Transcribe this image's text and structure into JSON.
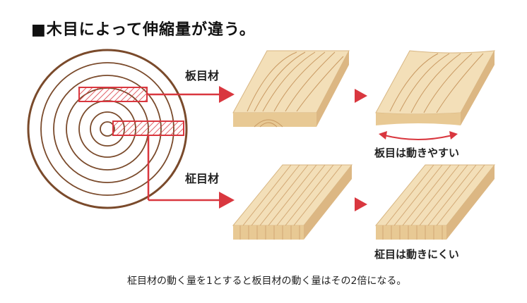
{
  "title": "■木目によって伸縮量が違う。",
  "labels": {
    "flat_sawn": "板目材",
    "quarter_sawn": "柾目材"
  },
  "captions": {
    "flat_sawn_moves": "板目は動きやすい",
    "quarter_sawn_stable": "柾目は動きにくい"
  },
  "footnote": "柾目材の動く量を1とすると板目材の動く量はその2倍になる。",
  "colors": {
    "accent_red": "#d9373f",
    "wood_light": "#f3dfb8",
    "wood_edge": "#e3c190",
    "ring_brown": "#7a4a2b"
  }
}
